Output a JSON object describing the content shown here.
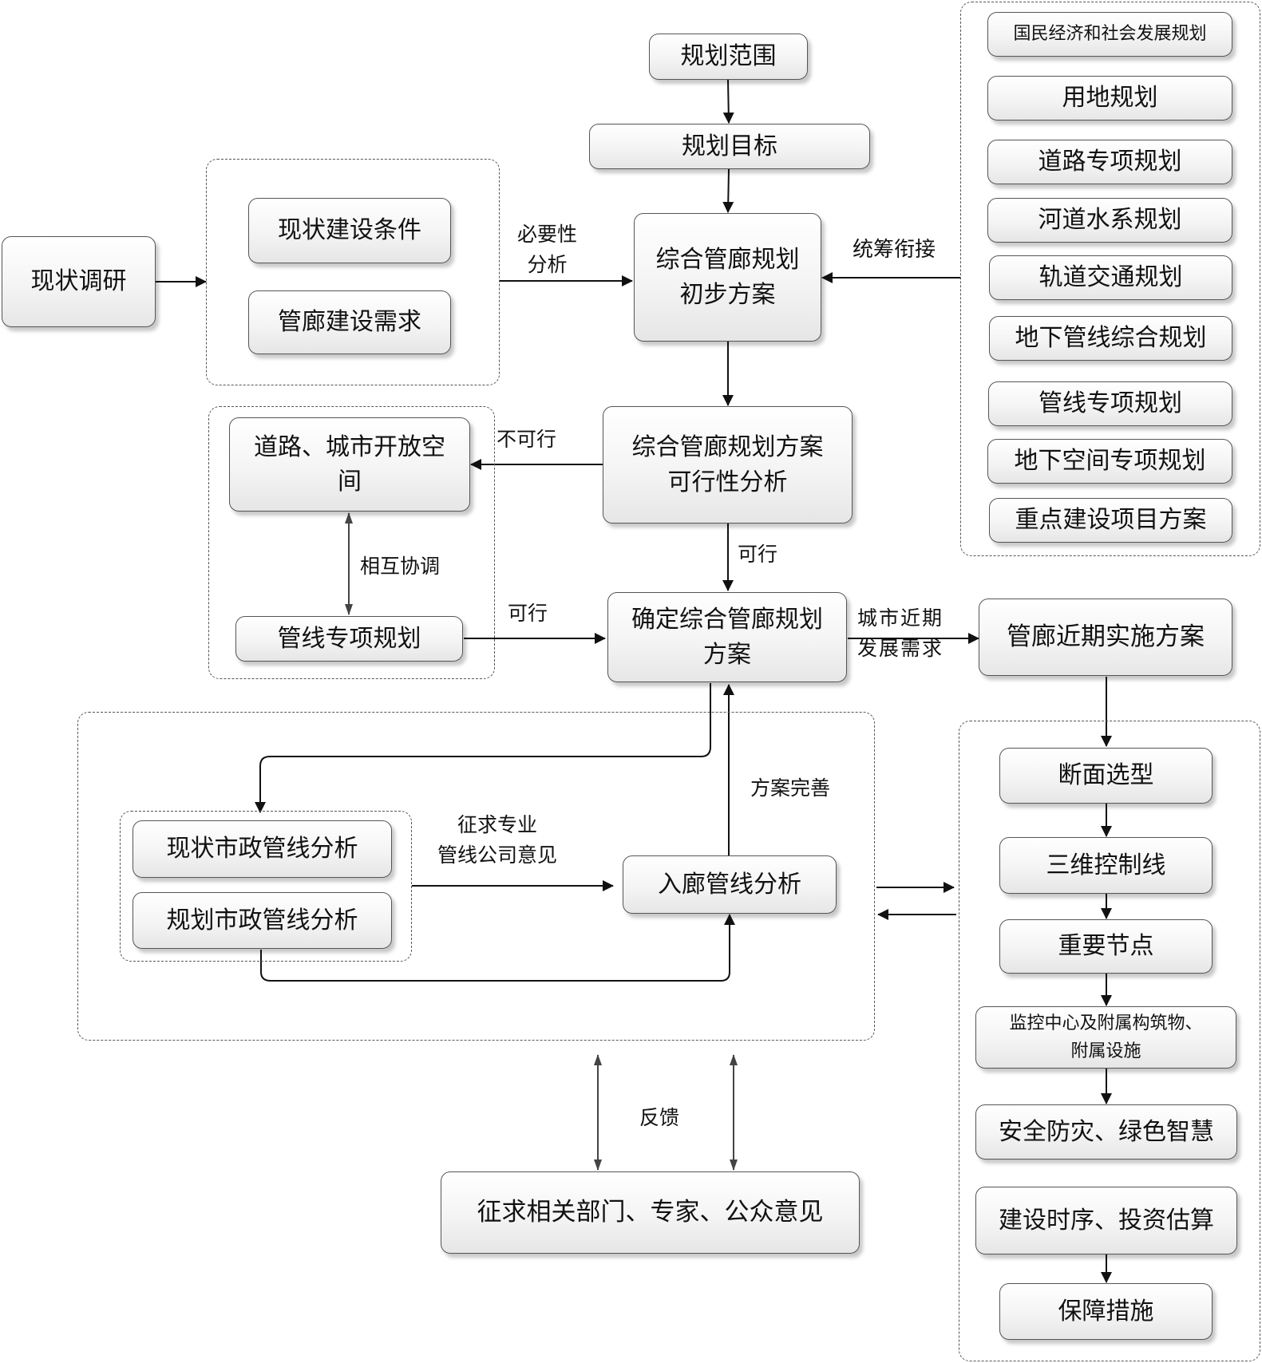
{
  "nodes": {
    "survey": "现状调研",
    "existing_conditions": "现状建设条件",
    "corridor_demand": "管廊建设需求",
    "planning_scope": "规划范围",
    "planning_goal": "规划目标",
    "preliminary_plan_l1": "综合管廊规划",
    "preliminary_plan_l2": "初步方案",
    "feasibility_l1": "综合管廊规划方案",
    "feasibility_l2": "可行性分析",
    "road_space_l1": "道路、城市开放空",
    "road_space_l2": "间",
    "pipeline_special_left": "管线专项规划",
    "final_plan_l1": "确定综合管廊规划",
    "final_plan_l2": "方案",
    "near_term_plan": "管廊近期实施方案",
    "existing_pipeline": "现状市政管线分析",
    "planned_pipeline": "规划市政管线分析",
    "entry_pipeline": "入廊管线分析",
    "public_opinion": "征求相关部门、专家、公众意见"
  },
  "related_plans": [
    "国民经济和社会发展规划",
    "用地规划",
    "道路专项规划",
    "河道水系规划",
    "轨道交通规划",
    "地下管线综合规划",
    "管线专项规划",
    "地下空间专项规划",
    "重点建设项目方案"
  ],
  "implementation_steps": [
    "断面选型",
    "三维控制线",
    "重要节点",
    "监控中心及附属构筑物、",
    "附属设施",
    "安全防灾、绿色智慧",
    "建设时序、投资估算",
    "保障措施"
  ],
  "edge_labels": {
    "necessity_l1": "必要性",
    "necessity_l2": "分析",
    "coordinate_link": "统筹衔接",
    "not_feasible": "不可行",
    "feasible_down": "可行",
    "feasible_right": "可行",
    "mutual_coord": "相互协调",
    "city_need_l1": "城市近期",
    "city_need_l2": "发展需求",
    "solicit_l1": "征求专业",
    "solicit_l2": "管线公司意见",
    "refine": "方案完善",
    "feedback": "反馈"
  }
}
